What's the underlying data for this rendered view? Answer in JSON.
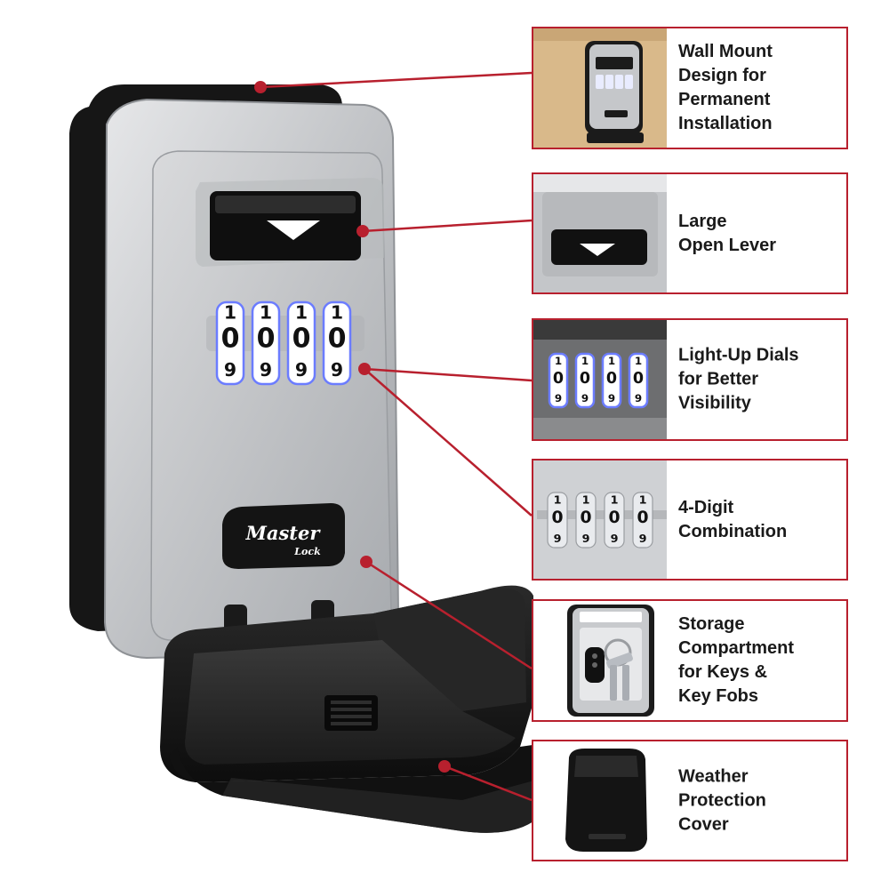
{
  "product": {
    "brand_top": "Master",
    "brand_bottom": "Lock",
    "dial_digits": {
      "top": "1",
      "middle": "0",
      "bottom": "9"
    },
    "dial_count": 4,
    "colors": {
      "accent": "#b8202e",
      "body_silver": "#c9cbce",
      "cover_black": "#1c1c1c",
      "dial_glow": "#6b7cff"
    }
  },
  "features": [
    {
      "label": "Wall Mount\nDesign for\nPermanent\nInstallation",
      "icon": "wall-mount-thumbnail"
    },
    {
      "label": "Large\nOpen Lever",
      "icon": "lever-thumbnail"
    },
    {
      "label": "Light-Up Dials\nfor Better\nVisibility",
      "icon": "light-dials-thumbnail"
    },
    {
      "label": "4-Digit\nCombination",
      "icon": "combination-thumbnail"
    },
    {
      "label": "Storage\nCompartment\nfor Keys &\nKey Fobs",
      "icon": "storage-thumbnail"
    },
    {
      "label": "Weather\nProtection\nCover",
      "icon": "weather-cover-thumbnail"
    }
  ]
}
